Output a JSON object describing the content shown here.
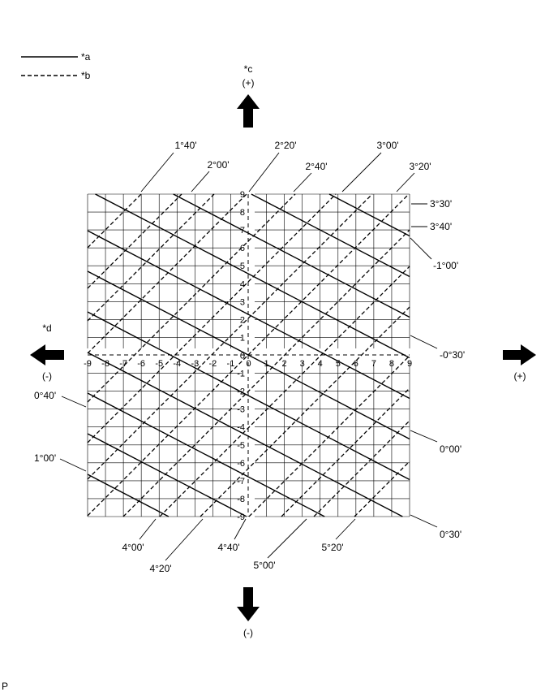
{
  "legend": [
    {
      "style": "solid",
      "label": "*a"
    },
    {
      "style": "dashed",
      "label": "*b"
    }
  ],
  "directions": {
    "up": {
      "tag": "*c",
      "sign": "(+)"
    },
    "left": {
      "tag": "*d",
      "sign": "(-)"
    },
    "right": {
      "sign": "(+)"
    },
    "down": {
      "sign": "(-)"
    }
  },
  "axes": {
    "x_ticks": [
      "-9",
      "-8",
      "-7",
      "-6",
      "-5",
      "-4",
      "-3",
      "-2",
      "-1",
      "0",
      "1",
      "2",
      "3",
      "4",
      "5",
      "6",
      "7",
      "8",
      "9"
    ],
    "y_ticks": [
      "9",
      "8",
      "7",
      "6",
      "5",
      "4",
      "3",
      "2",
      "1",
      "0",
      "-1",
      "-2",
      "-3",
      "-4",
      "-5",
      "-6",
      "-7",
      "-8",
      "-9"
    ]
  },
  "callouts_top": [
    "1°40'",
    "2°00'",
    "2°20'",
    "2°40'",
    "3°00'",
    "3°20'"
  ],
  "callouts_right": [
    "3°30'",
    "3°40'",
    "-1°00'",
    "-0°30'",
    "0°00'",
    "0°30'"
  ],
  "callouts_left": [
    "0°40'",
    "1°00'"
  ],
  "callouts_bottom": [
    "4°00'",
    "4°20'",
    "4°40'",
    "5°00'",
    "5°20'"
  ],
  "footer_code": "P"
}
